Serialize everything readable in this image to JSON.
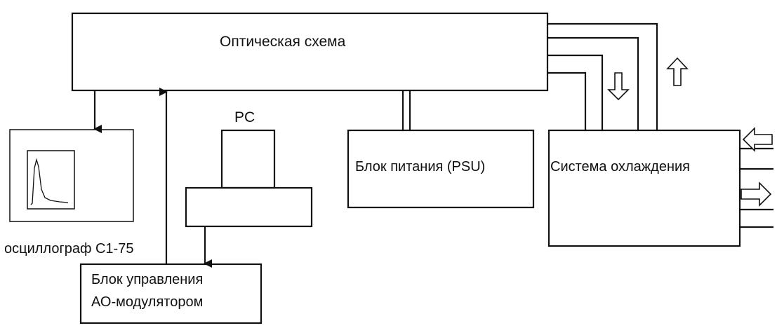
{
  "diagram": {
    "blocks": {
      "optical_scheme": "Оптическая схема",
      "oscilloscope": "осциллограф С1-75",
      "pc": "PC",
      "power_supply": "Блок питания (PSU)",
      "cooling_system": "Система охлаждения",
      "ao_modulator_controller_line1": "Блок управления",
      "ao_modulator_controller_line2": "АО-модулятором"
    }
  }
}
